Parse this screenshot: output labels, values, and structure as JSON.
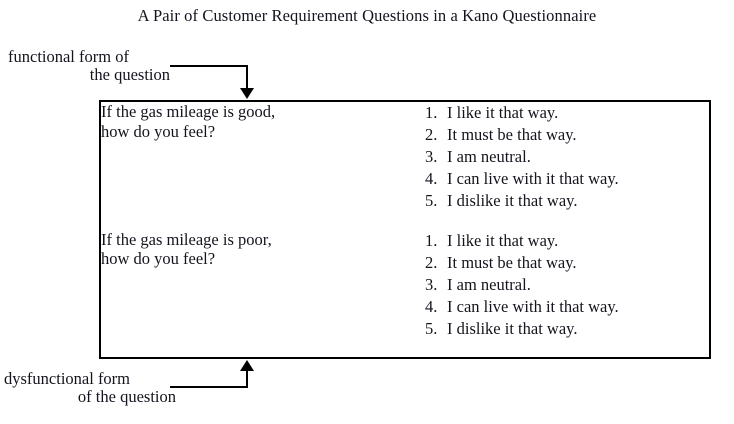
{
  "figure": {
    "title": "A Pair of Customer Requirement Questions in a Kano Questionnaire"
  },
  "callouts": {
    "functional": {
      "line1": "functional form of",
      "line2": "the question"
    },
    "dysfunctional": {
      "line1": "dysfunctional form",
      "line2": "of the question"
    }
  },
  "table": {
    "rows": [
      {
        "id": "functional-row",
        "question": "If the gas mileage is good,\nhow do you feel?",
        "answers": [
          {
            "num": "1.",
            "text": "I like it that way."
          },
          {
            "num": "2.",
            "text": "It must be that way."
          },
          {
            "num": "3.",
            "text": "I am neutral."
          },
          {
            "num": "4.",
            "text": "I can live with it that way."
          },
          {
            "num": "5.",
            "text": "I dislike it that way."
          }
        ]
      },
      {
        "id": "dysfunctional-row",
        "question": "If the gas mileage is poor,\nhow do you feel?",
        "answers": [
          {
            "num": "1.",
            "text": "I like it that way."
          },
          {
            "num": "2.",
            "text": "It must be that way."
          },
          {
            "num": "3.",
            "text": "I am neutral."
          },
          {
            "num": "4.",
            "text": "I can live with it that way."
          },
          {
            "num": "5.",
            "text": "I dislike it that way."
          }
        ]
      }
    ]
  },
  "colors": {
    "text": "#14141e",
    "rule": "#000000",
    "background": "#ffffff"
  }
}
